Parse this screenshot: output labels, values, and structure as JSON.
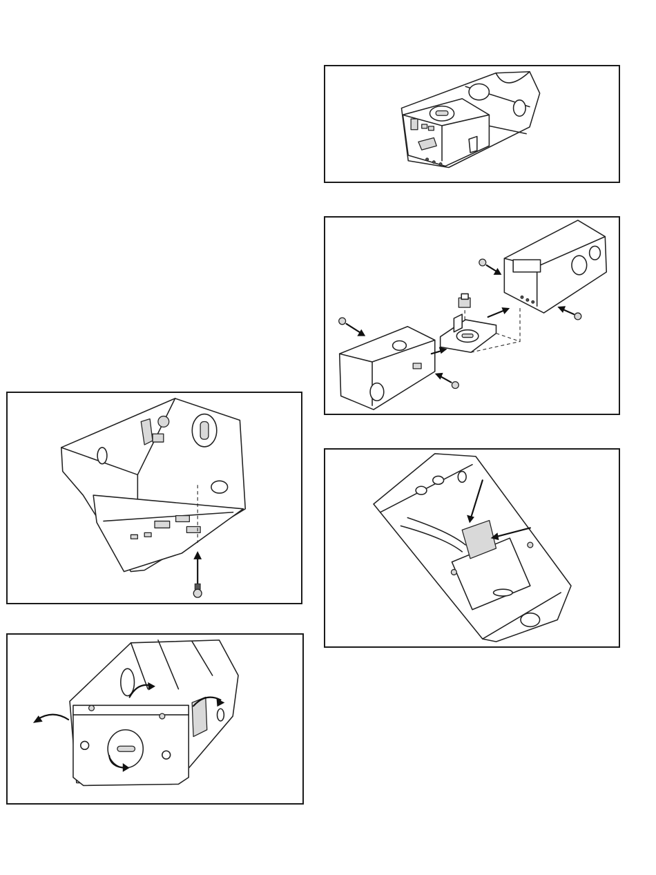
{
  "panels": [
    {
      "id": "fig-top-right"
    },
    {
      "id": "fig-mid-right"
    },
    {
      "id": "fig-bottom-right"
    },
    {
      "id": "fig-mid-left"
    },
    {
      "id": "fig-bottom-left"
    }
  ]
}
